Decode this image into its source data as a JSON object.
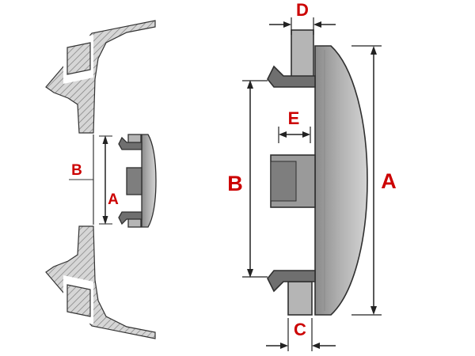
{
  "diagram": {
    "description": "Technical cross-section drawing of a wheel hub bore (left) and an enlarged wheel center cap profile (right) with dimension callouts",
    "label_color": "#cc0000",
    "line_color": "#222222",
    "part_colors": {
      "hatch_fill": "#d6d6d6",
      "flange_gray": "#6f6f6f",
      "boss_gray": "#9a9a9a",
      "clip_gray": "#b5b5b5"
    },
    "left_view": {
      "label_a": "A",
      "label_b": "B"
    },
    "right_view": {
      "label_a": "A",
      "label_b": "B",
      "label_c": "C",
      "label_d": "D",
      "label_e": "E"
    }
  }
}
